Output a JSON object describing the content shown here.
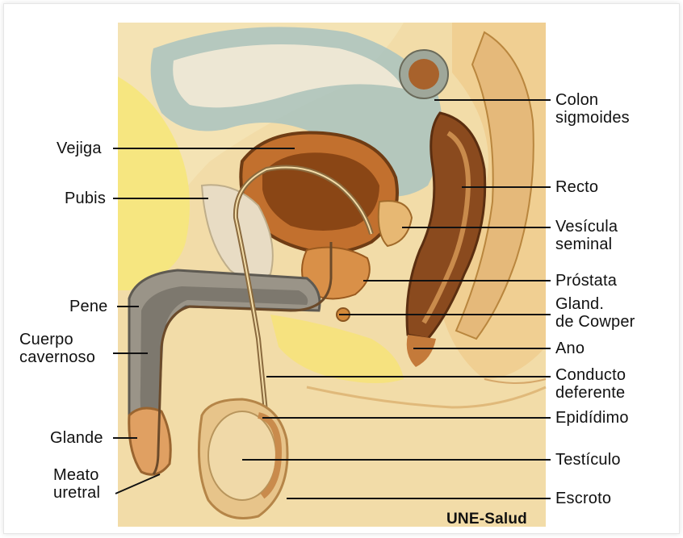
{
  "labels": {
    "vejiga": "Vejiga",
    "pubis": "Pubis",
    "pene": "Pene",
    "cuerpo_cavernoso": [
      "Cuerpo",
      "cavernoso"
    ],
    "glande": "Glande",
    "meato_uretral": [
      "Meato",
      "uretral"
    ],
    "colon_sigmoides": [
      "Colon",
      "sigmoides"
    ],
    "recto": "Recto",
    "vesicula_seminal": [
      "Vesícula",
      "seminal"
    ],
    "prostata": "Próstata",
    "gland_cowper": [
      "Gland.",
      "de Cowper"
    ],
    "ano": "Ano",
    "conducto_deferente": [
      "Conducto",
      "deferente"
    ],
    "epididimo": "Epidídimo",
    "testiculo": "Testículo",
    "escroto": "Escroto"
  },
  "credit": "UNE-Salud",
  "colors": {
    "skin": "#f3d9a4",
    "fat": "#f7e78a",
    "organ_brown": "#b9662a",
    "dark_brown": "#7a3f16",
    "blue_grey": "#a9bdb9",
    "grey_tissue": "#8e8a80",
    "leader": "#111111"
  }
}
